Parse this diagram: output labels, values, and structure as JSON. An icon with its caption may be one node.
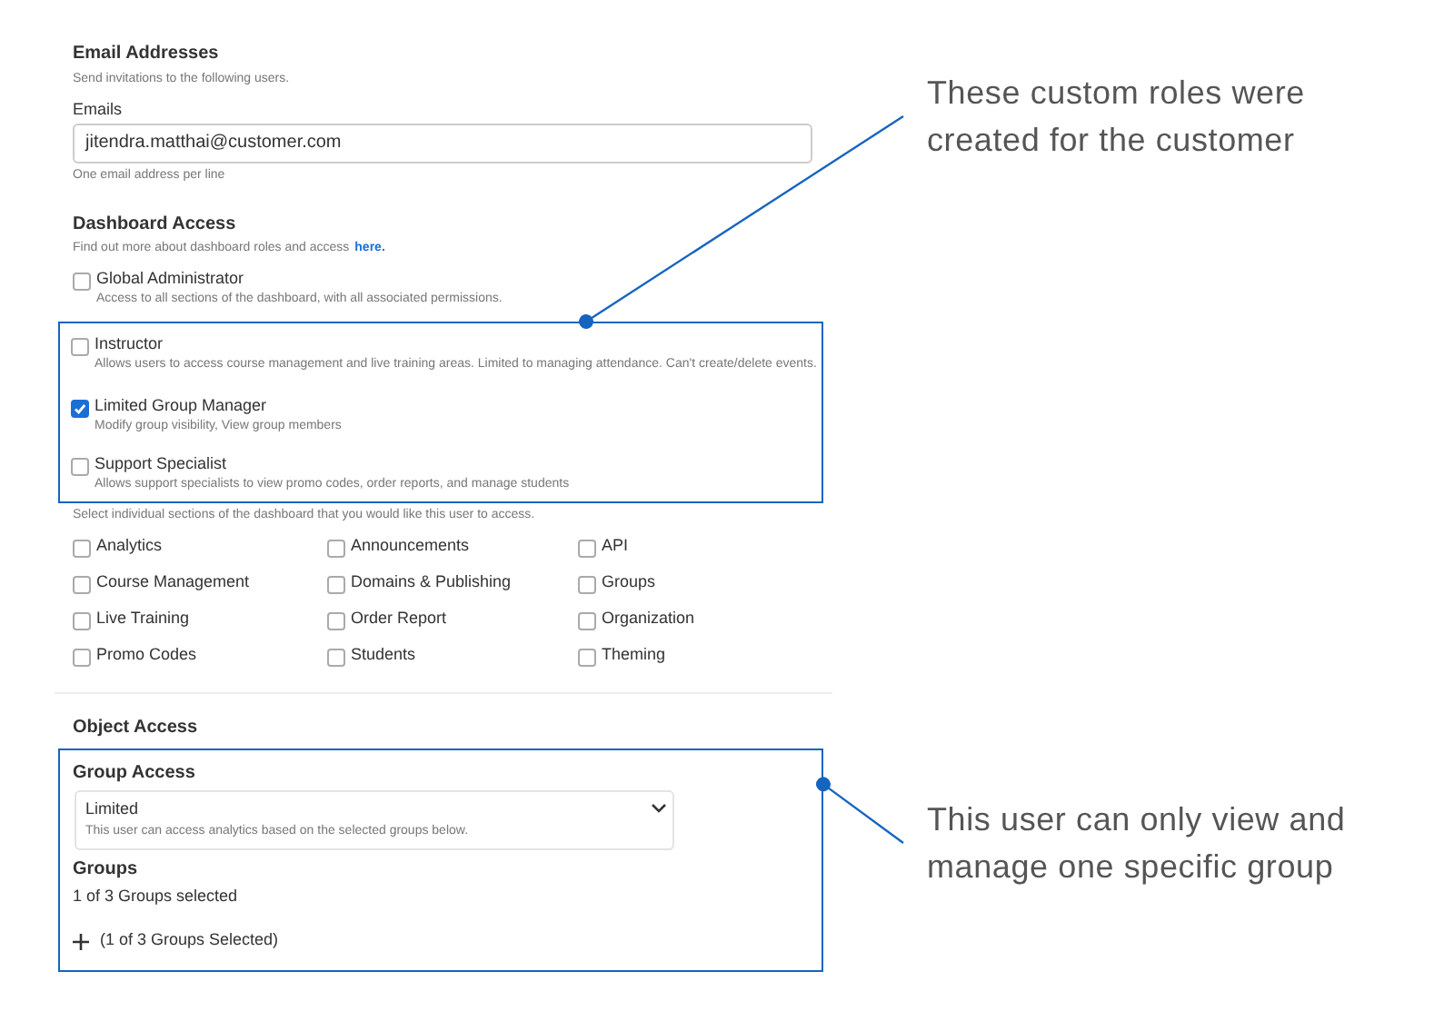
{
  "diagram": {
    "nodes": [
      {
        "text": [
          "jitendra.matthai@customer.com"
        ],
        "beside": [
          "Emails",
          "One email address per line"
        ]
      },
      {
        "text": [
          "Global Administrator",
          "Access to all sections of the dashboard, with all associated permissions."
        ]
      },
      {
        "text": [],
        "shape": "box"
      },
      {
        "text": [
          "Instructor",
          "Allows users to access course management and live training areas. Limited to managing attendance. Can't create/delete events."
        ],
        "in": 2
      },
      {
        "text": [
          "Limited Group Manager",
          "Modify group visibility, View group members"
        ],
        "in": 2
      },
      {
        "text": [
          "Support Specialist",
          "Allows support specialists to view promo codes, order reports, and manage students"
        ],
        "in": 2
      },
      {
        "text": [
          "These custom roles were created for the customer"
        ]
      },
      {
        "text": [
          "Analytics"
        ]
      },
      {
        "text": [
          "Announcements"
        ]
      },
      {
        "text": [
          "API"
        ]
      },
      {
        "text": [
          "Course Management"
        ]
      },
      {
        "text": [
          "Domains & Publishing"
        ]
      },
      {
        "text": [
          "Groups"
        ]
      },
      {
        "text": [
          "Live Training"
        ]
      },
      {
        "text": [
          "Order Report"
        ]
      },
      {
        "text": [
          "Organization"
        ]
      },
      {
        "text": [
          "Promo Codes"
        ]
      },
      {
        "text": [
          "Students"
        ]
      },
      {
        "text": [
          "Theming"
        ]
      },
      {
        "text": [],
        "shape": "box"
      },
      {
        "text": [
          "Limited",
          "This user can access analytics based on the selected groups below."
        ],
        "in": 19
      },
      {
        "text": [
          "This user can only view and manage one specific group"
        ]
      }
    ],
    "edges": [
      {
        "from": 6,
        "to": 2,
        "arrow": "other"
      },
      {
        "from": 21,
        "to": 19,
        "arrow": "other"
      }
    ],
    "labels": [
      "Email Addresses",
      "Send invitations to the following users.",
      "Dashboard Access",
      "Find out more about dashboard roles and access",
      "here.",
      "Select individual sections of the dashboard that you would like this user to access.",
      "Object Access",
      "Group Access",
      "Groups",
      "1 of 3 Groups selected",
      "(1 of 3 Groups Selected)"
    ]
  }
}
